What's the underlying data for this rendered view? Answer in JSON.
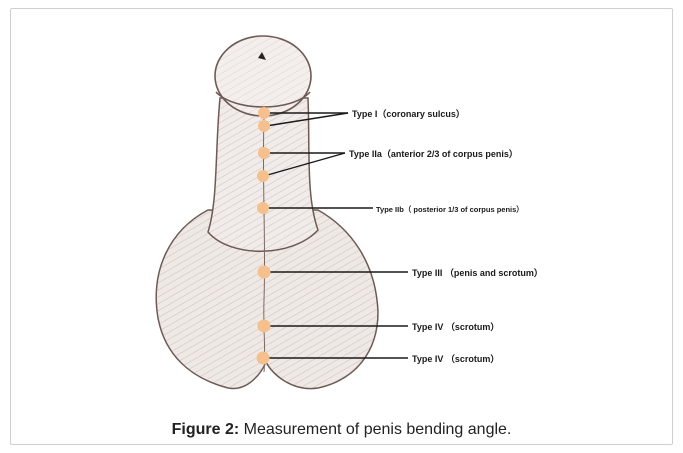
{
  "figure": {
    "caption_label": "Figure 2:",
    "caption_text": " Measurement of penis bending angle."
  },
  "annotations": [
    {
      "id": "type-i",
      "label": "Type I（coronary sulcus）"
    },
    {
      "id": "type-iia",
      "label": "Type IIa（anterior 2/3 of corpus penis）"
    },
    {
      "id": "type-iib",
      "label": "Type IIb（ posterior 1/3 of corpus penis）"
    },
    {
      "id": "type-iii",
      "label": "Type III （penis and scrotum）"
    },
    {
      "id": "type-iv-upper",
      "label": "Type IV （scrotum）"
    },
    {
      "id": "type-iv-lower",
      "label": "Type IV （scrotum）"
    }
  ],
  "colors": {
    "marker": "#f6c08e",
    "line": "#1a1a1a",
    "sketch": "#6e5a55"
  }
}
